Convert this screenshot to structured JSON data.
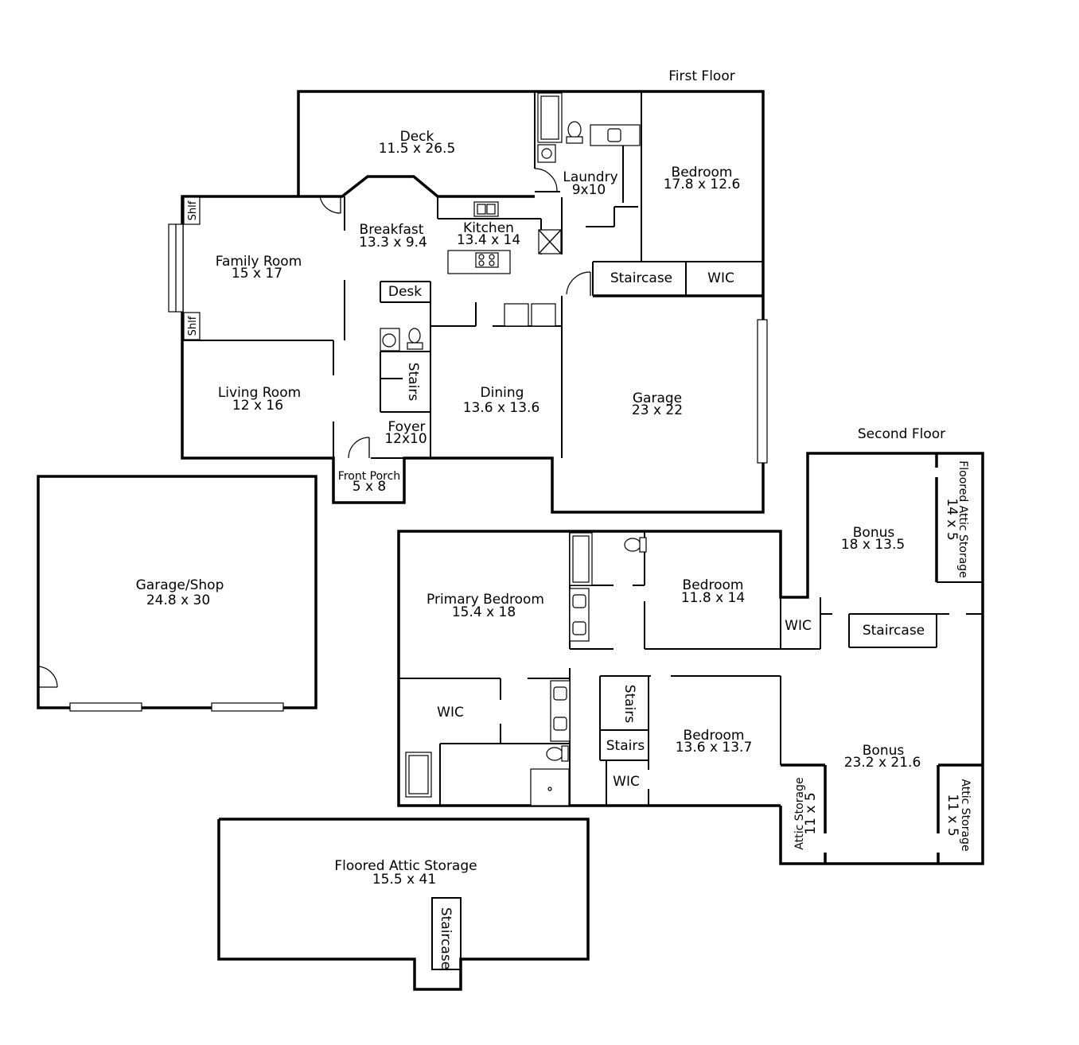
{
  "titles": {
    "first_floor": "First Floor",
    "second_floor": "Second Floor"
  },
  "first_floor": {
    "deck": {
      "name": "Deck",
      "size": "11.5 x 26.5"
    },
    "laundry": {
      "name": "Laundry",
      "size": "9x10"
    },
    "bedroom": {
      "name": "Bedroom",
      "size": "17.8 x 12.6"
    },
    "breakfast": {
      "name": "Breakfast",
      "size": "13.3 x 9.4"
    },
    "kitchen": {
      "name": "Kitchen",
      "size": "13.4 x 14"
    },
    "family_room": {
      "name": "Family Room",
      "size": "15 x 17"
    },
    "staircase": "Staircase",
    "wic": "WIC",
    "desk": "Desk",
    "stairs": "Stairs",
    "living_room": {
      "name": "Living Room",
      "size": "12 x 16"
    },
    "dining": {
      "name": "Dining",
      "size": "13.6 x 13.6"
    },
    "foyer": {
      "name": "Foyer",
      "size": "12x10"
    },
    "garage": {
      "name": "Garage",
      "size": "23 x 22"
    },
    "front_porch": {
      "name": "Front Porch",
      "size": "5 x 8"
    },
    "shelf_top": "Shlf",
    "shelf_bottom": "Shlf"
  },
  "garage_shop": {
    "name": "Garage/Shop",
    "size": "24.8 x 30"
  },
  "second_floor": {
    "primary_bedroom": {
      "name": "Primary Bedroom",
      "size": "15.4 x 18"
    },
    "bedroom_a": {
      "name": "Bedroom",
      "size": "11.8 x 14"
    },
    "bedroom_b": {
      "name": "Bedroom",
      "size": "13.6 x 13.7"
    },
    "bonus_top": {
      "name": "Bonus",
      "size": "18 x 13.5"
    },
    "bonus_bottom": {
      "name": "Bonus",
      "size": "23.2 x 21.6"
    },
    "floored_attic_right": {
      "name": "Floored Attic Storage",
      "size": "14 x 5"
    },
    "attic_left": {
      "name": "Attic Storage",
      "size": "11 x 5"
    },
    "attic_right": {
      "name": "Attic Storage",
      "size": "11 x 5"
    },
    "wic_primary": "WIC",
    "wic_bedroom_a": "WIC",
    "wic_bedroom_b": "WIC",
    "staircase": "Staircase",
    "stairs_vertical": "Stairs",
    "stairs_horizontal": "Stairs"
  },
  "attic": {
    "floored_attic": {
      "name": "Floored Attic Storage",
      "size": "15.5 x 41"
    },
    "staircase": "Staircase"
  }
}
